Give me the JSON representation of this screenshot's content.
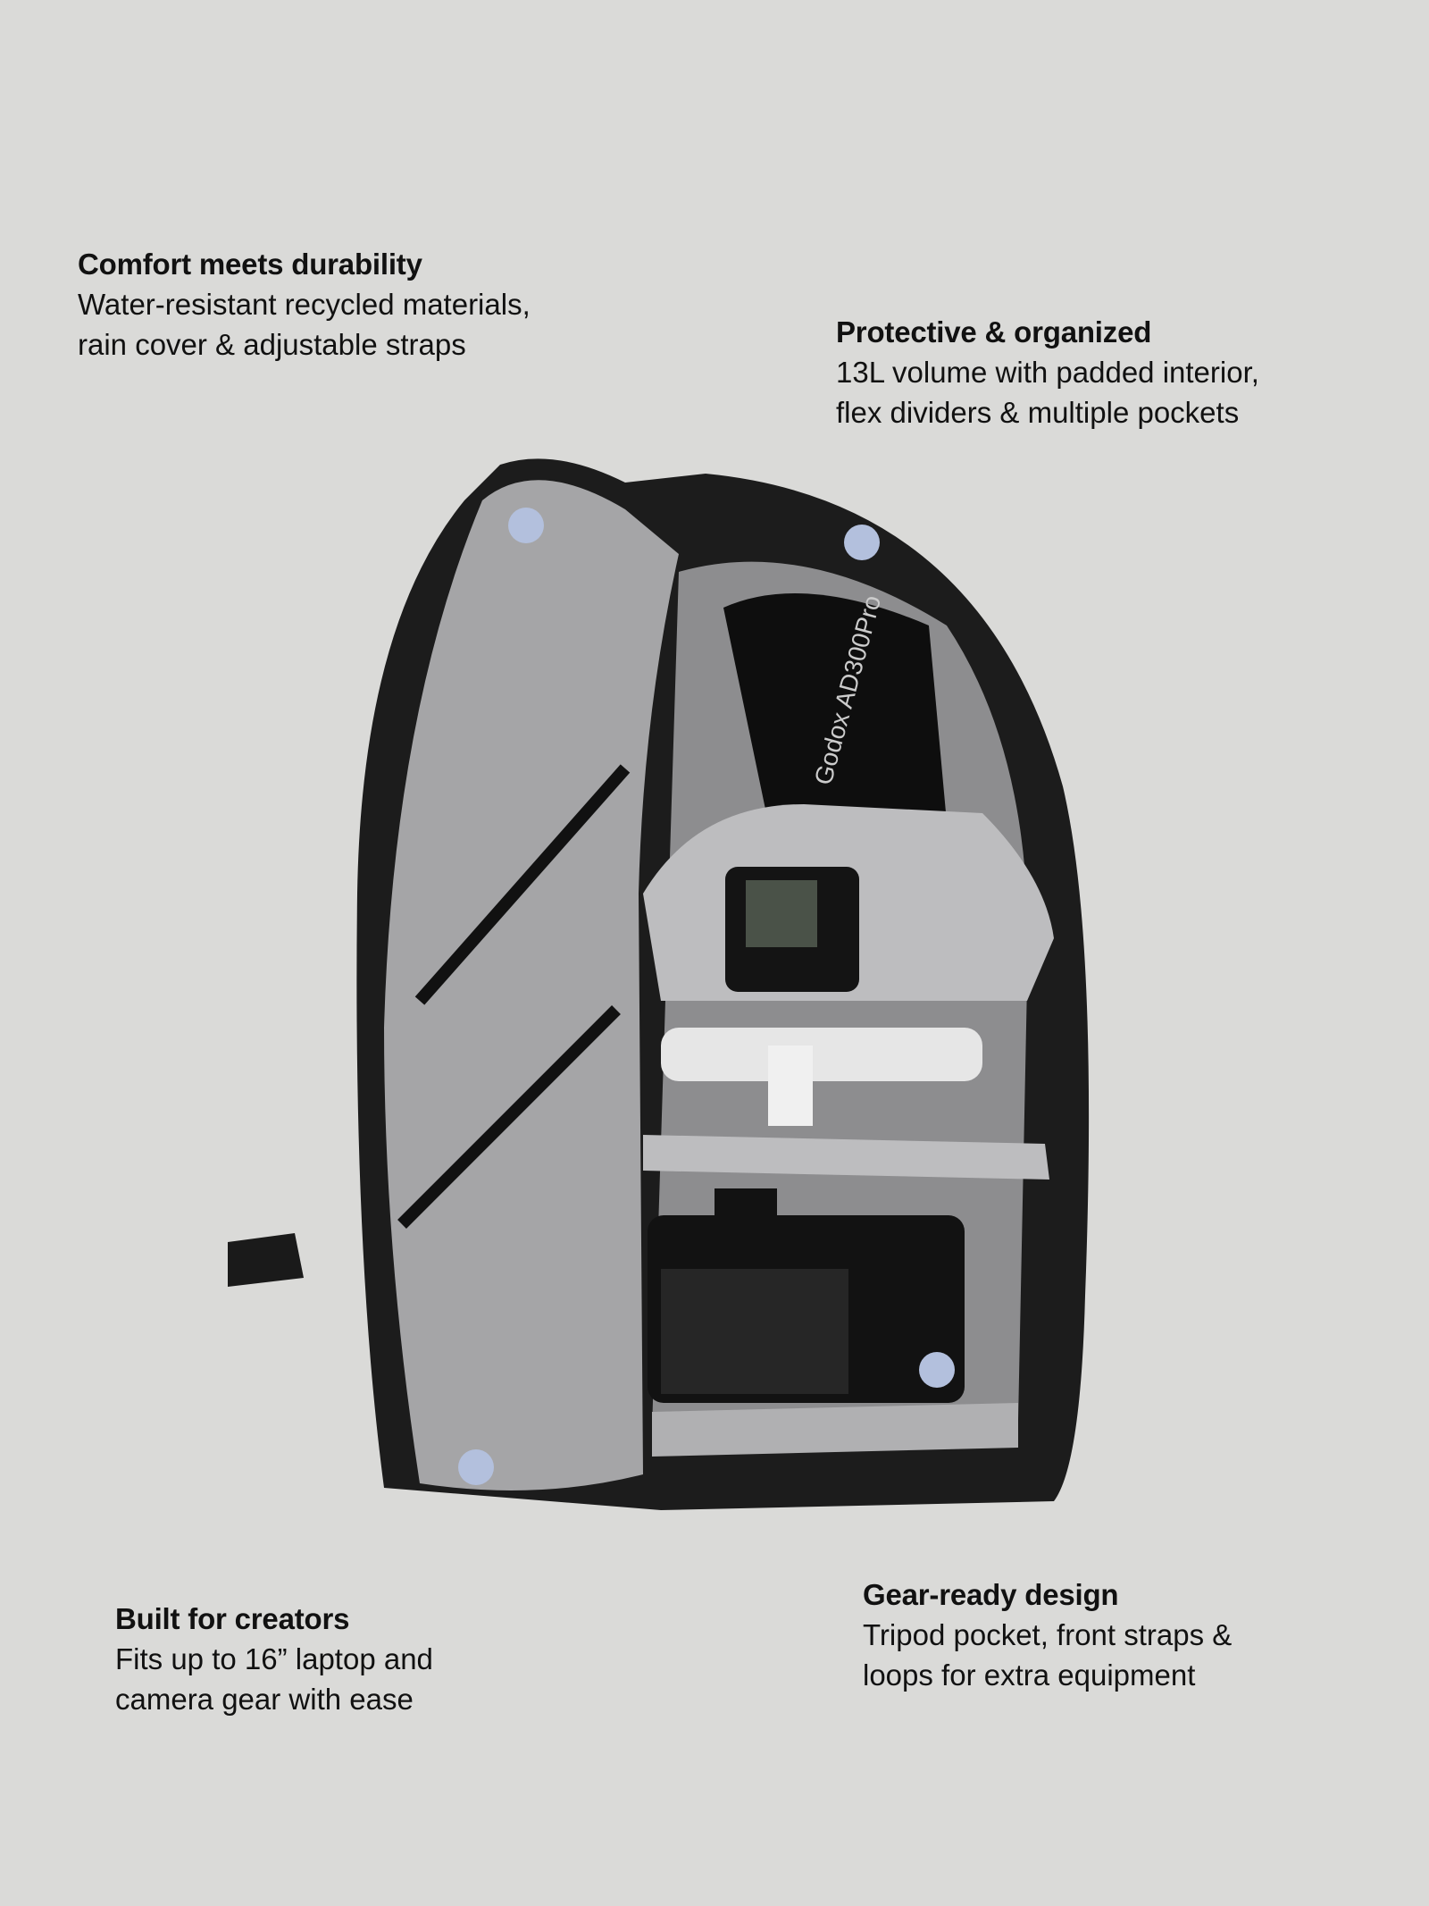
{
  "features": [
    {
      "title": "Comfort meets durability",
      "text": "Water-resistant recycled materials,\nrain cover & adjustable straps"
    },
    {
      "title": "Protective & organized",
      "text": "13L volume with padded interior,\nflex dividers & multiple pockets"
    },
    {
      "title": "Built for creators",
      "text": "Fits up to 16” laptop and\ncamera gear with ease"
    },
    {
      "title": "Gear-ready design",
      "text": "Tripod pocket, front straps &\nloops for extra equipment"
    }
  ],
  "product_image": {
    "flash_brand": "Godox AD300Pro"
  },
  "colors": {
    "background": "#dadad8",
    "hotspot": "#b3c0dd",
    "text": "#111111"
  }
}
